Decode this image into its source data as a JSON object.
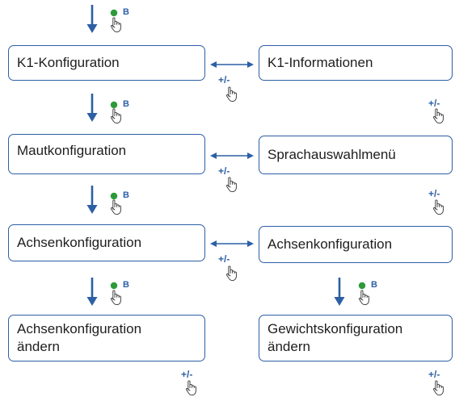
{
  "boxes": {
    "k1_config": "K1-Konfiguration",
    "k1_info": "K1-Informationen",
    "toll_config": "Mautkonfiguration",
    "language_menu": "Sprachauswahlmenü",
    "axle_config_left": "Achsenkonfiguration",
    "axle_config_right": "Achsenkonfiguration",
    "axle_change_line1": "Achsenkonfiguration",
    "axle_change_line2": "ändern",
    "weight_config_line1": "Gewichtskonfiguration",
    "weight_config_line2": "ändern"
  },
  "labels": {
    "plus_minus": "+/-",
    "button_b": "B"
  },
  "colors": {
    "accent": "#2d5fa5",
    "button_dot": "#2e9a3a",
    "text": "#1e1e1e"
  }
}
